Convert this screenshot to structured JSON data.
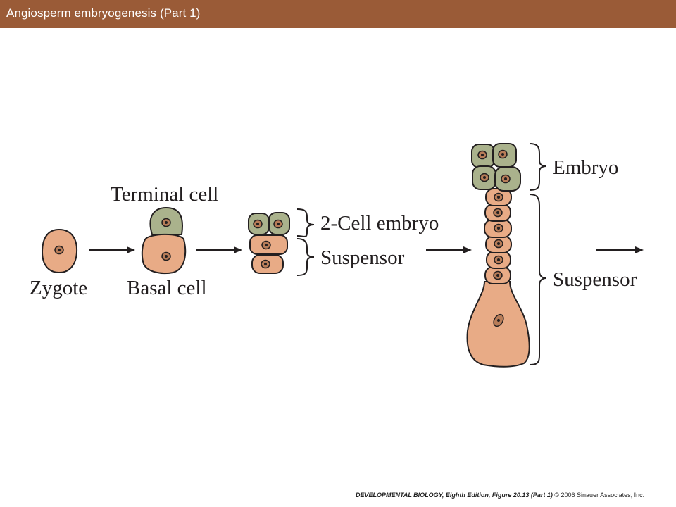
{
  "title": "Angiosperm embryogenesis (Part 1)",
  "labels": {
    "zygote": "Zygote",
    "terminal_cell": "Terminal cell",
    "basal_cell": "Basal cell",
    "two_cell_embryo": "2-Cell embryo",
    "suspensor_small": "Suspensor",
    "embryo": "Embryo",
    "suspensor_large": "Suspensor"
  },
  "footer": {
    "book": "DEVELOPMENTAL BIOLOGY, Eighth Edition, Figure 20.13 (Part 1)",
    "copyright": "© 2006 Sinauer Associates, Inc."
  },
  "colors": {
    "title_bar": "#9a5b37",
    "suspensor_cell": "#e8ab86",
    "embryo_cell": "#aab28c",
    "outline": "#231f20"
  }
}
